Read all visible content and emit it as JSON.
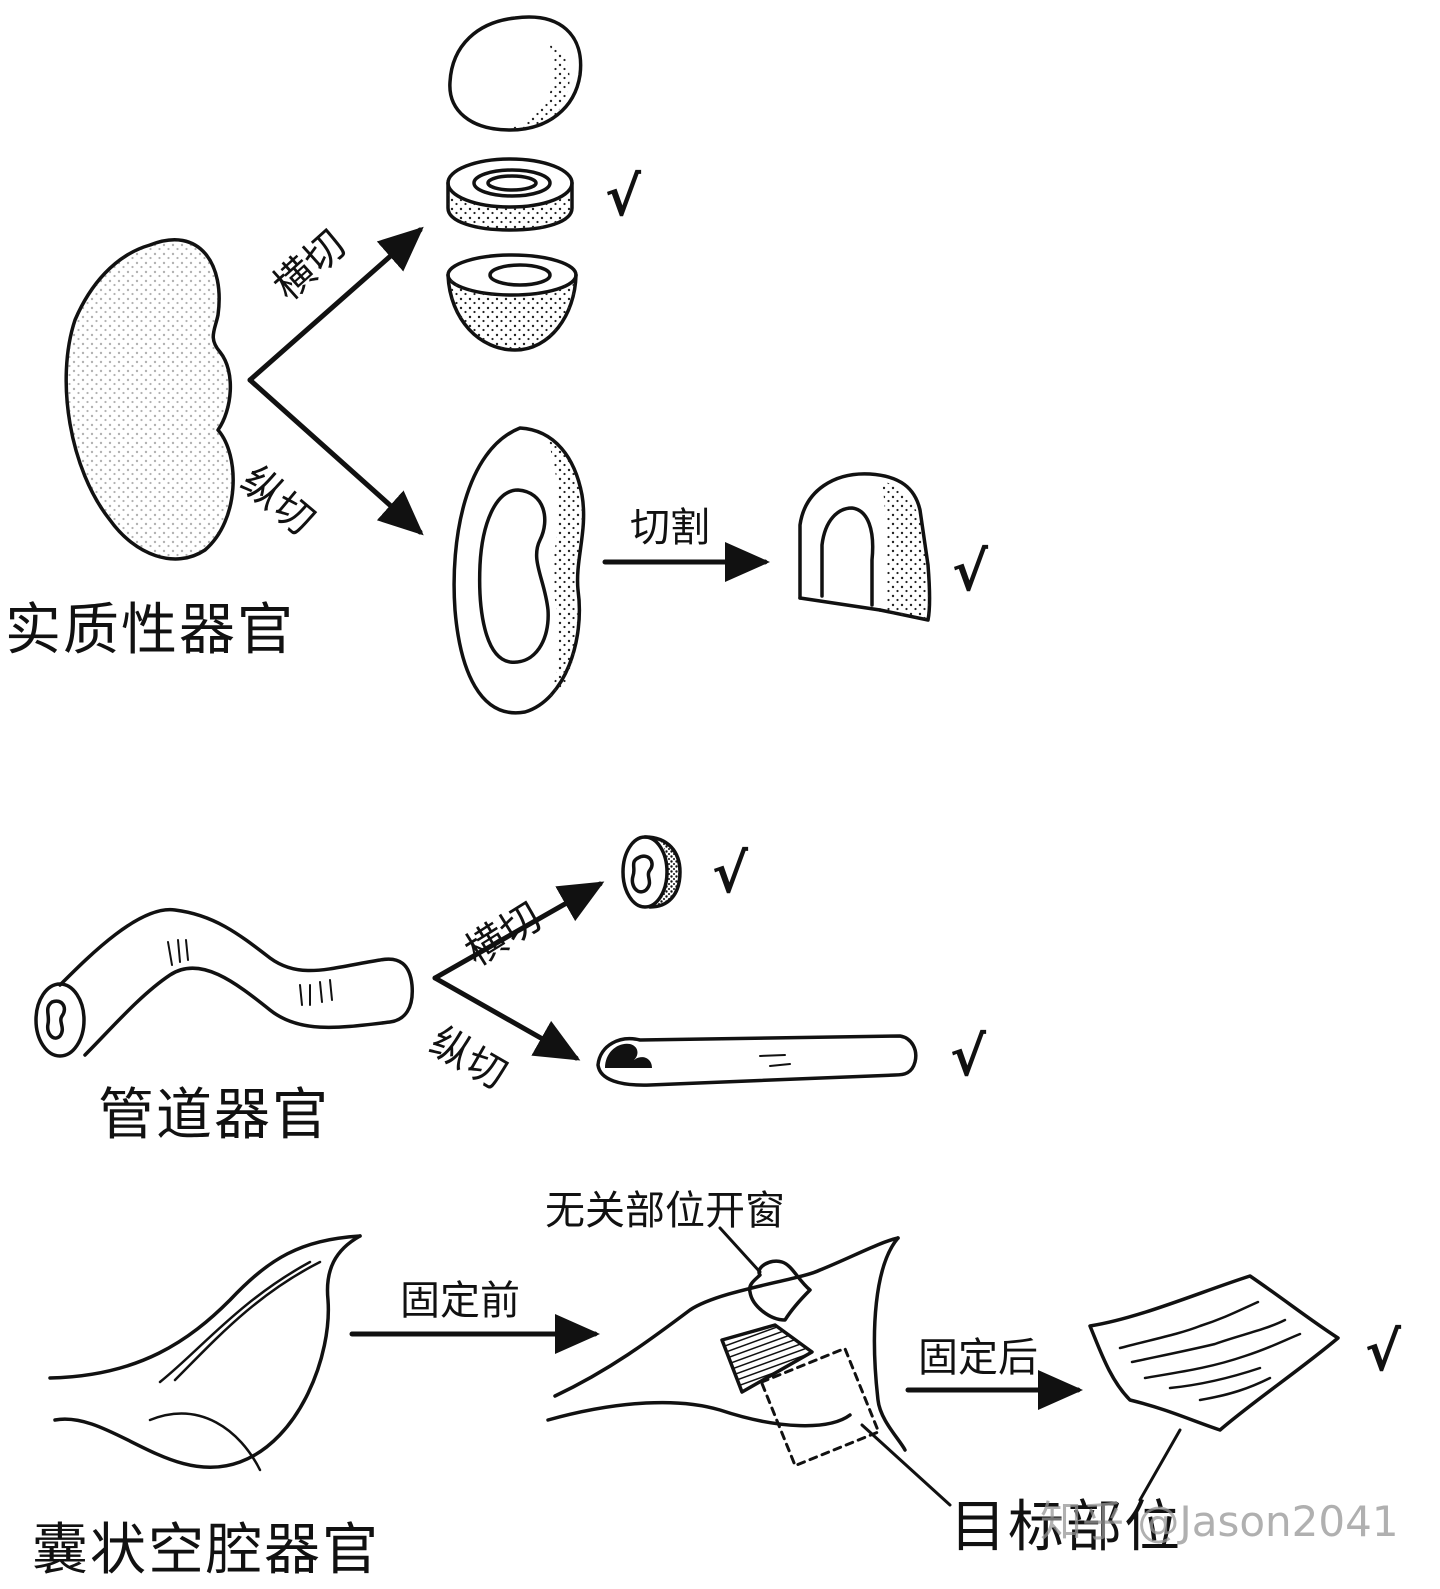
{
  "solid_organ": {
    "title": "实质性器官",
    "transverse_label": "横切",
    "longitudinal_label": "纵切",
    "cut_label": "切割",
    "check_transverse": "√",
    "check_cut": "√"
  },
  "tubular_organ": {
    "title": "管道器官",
    "transverse_label": "横切",
    "longitudinal_label": "纵切",
    "check_transverse": "√",
    "check_longitudinal": "√"
  },
  "cystic_organ": {
    "title": "囊状空腔器官",
    "window_label": "无关部位开窗",
    "before_fix_label": "固定前",
    "after_fix_label": "固定后",
    "target_label": "目标部位",
    "check_final": "√"
  },
  "watermark": "知乎 @Jason2041",
  "colors": {
    "ink": "#111111",
    "stipple": "#222222",
    "watermark": "#969696"
  }
}
